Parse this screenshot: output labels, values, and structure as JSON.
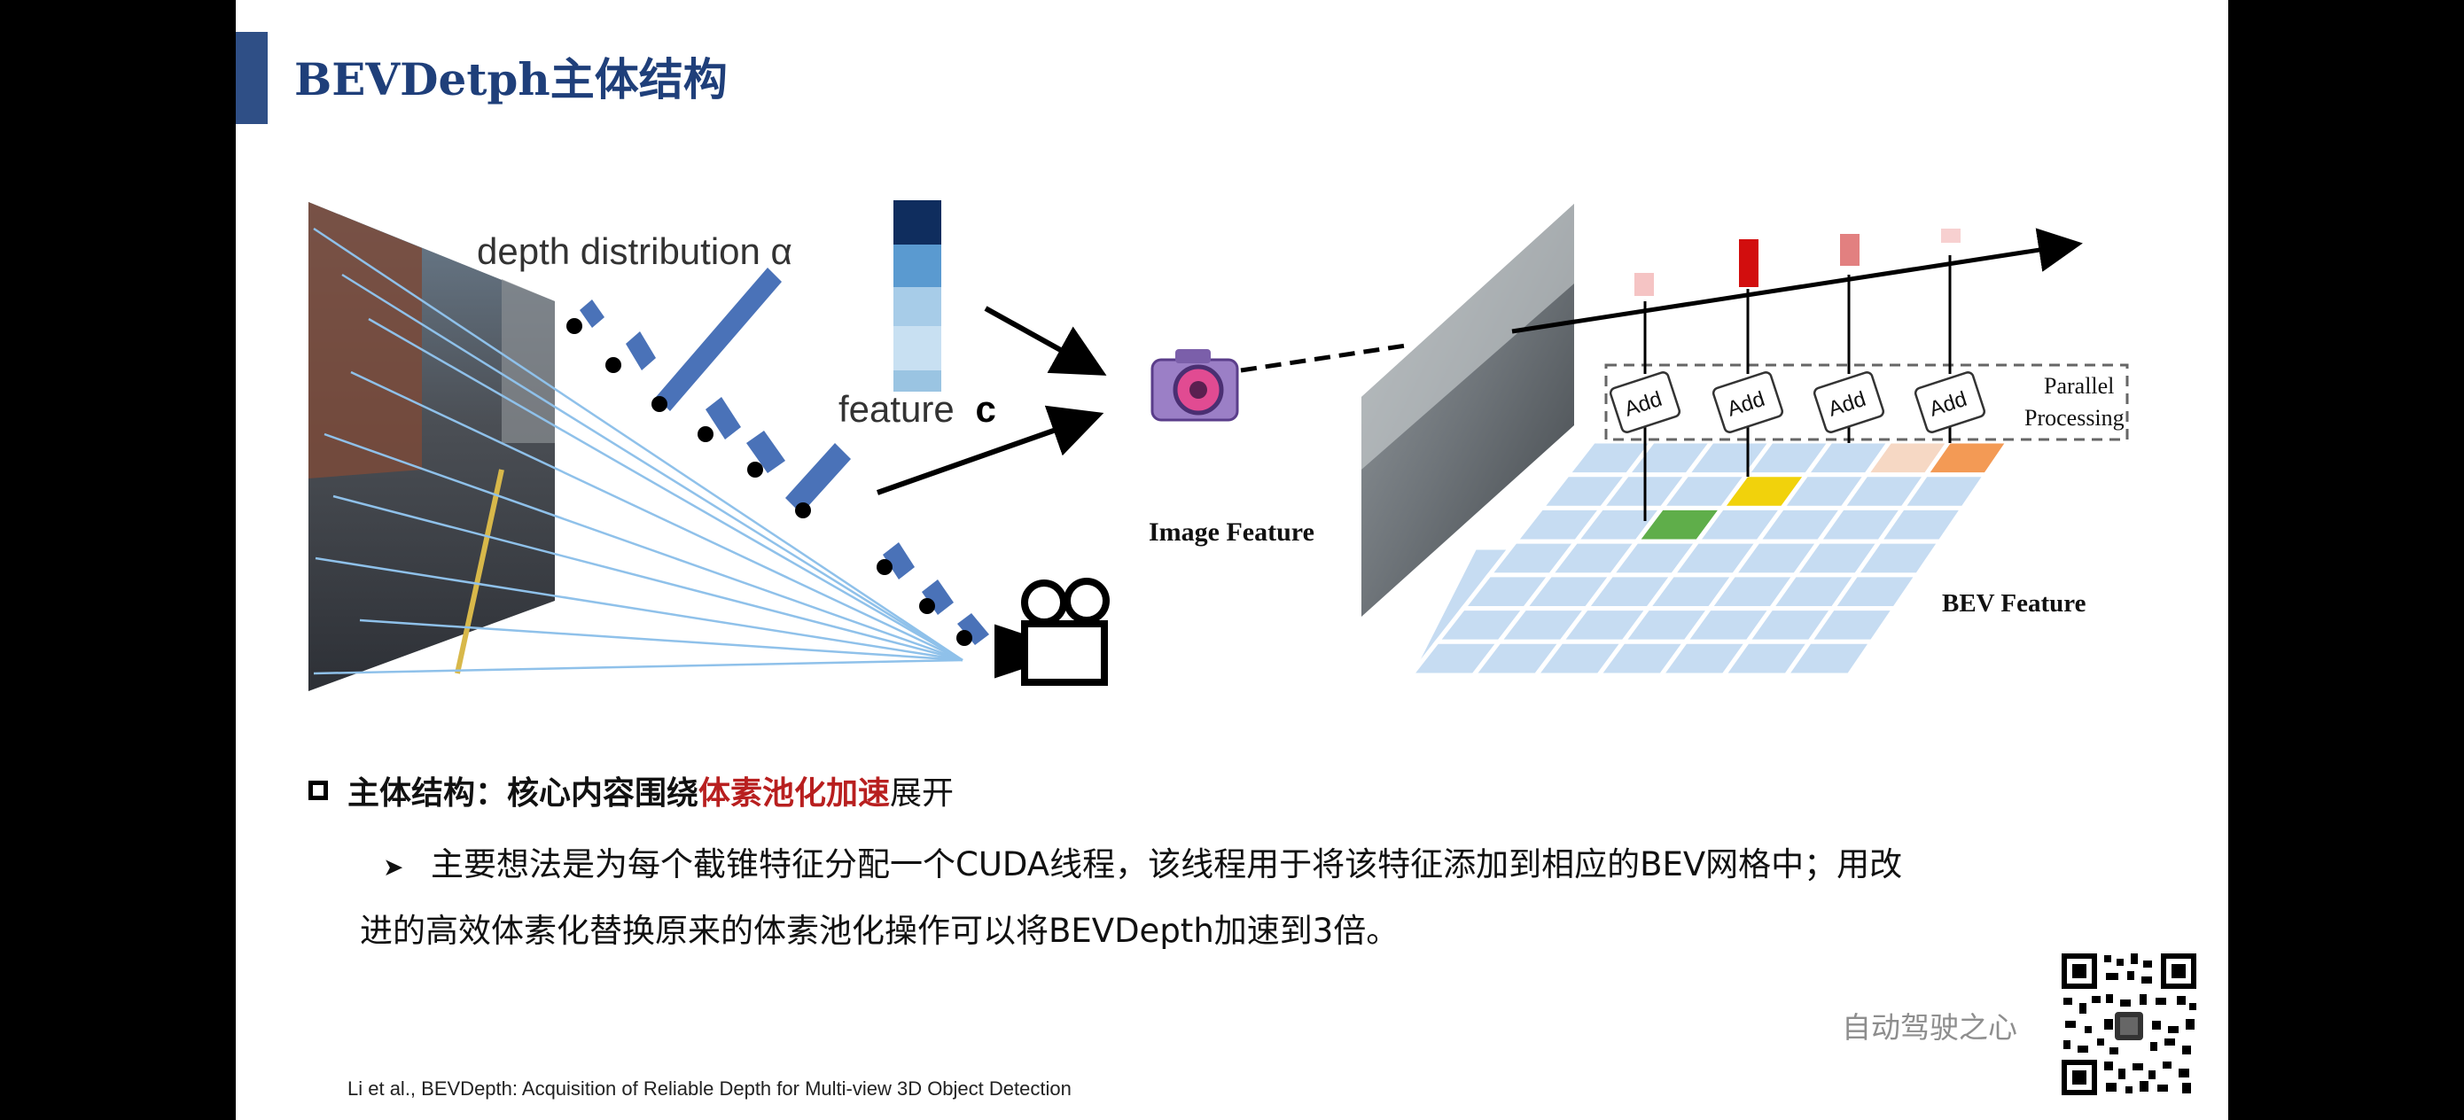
{
  "title": "BEVDetph主体结构",
  "figure": {
    "depth_label": "depth distribution α",
    "feature_label": "feature",
    "feature_symbol": "c",
    "image_feature_label": "Image Feature",
    "bev_feature_label": "BEV Feature",
    "parallel_label_1": "Parallel",
    "parallel_label_2": "Processing",
    "add_labels": [
      "Add",
      "Add",
      "Add",
      "Add"
    ]
  },
  "bullet": {
    "prefix": "主体结构：核心内容围绕",
    "highlight": "体素池化加速",
    "suffix": "展开",
    "highlight_color": "#b81f1f"
  },
  "sub_bullet": {
    "line1": "主要想法是为每个截锥特征分配一个CUDA线程，该线程用于将该特征添加到相应的BEV网格中；用改",
    "line2": "进的高效体素化替换原来的体素池化操作可以将BEVDepth加速到3倍。"
  },
  "credit": "Li et al., BEVDepth: Acquisition of Reliable Depth for Multi-view 3D Object Detection",
  "watermark": "自动驾驶之心",
  "colors": {
    "title": "#1f3f7a",
    "accent_bar": "#2f4f86",
    "bev_cell": "#c6dcf2"
  }
}
